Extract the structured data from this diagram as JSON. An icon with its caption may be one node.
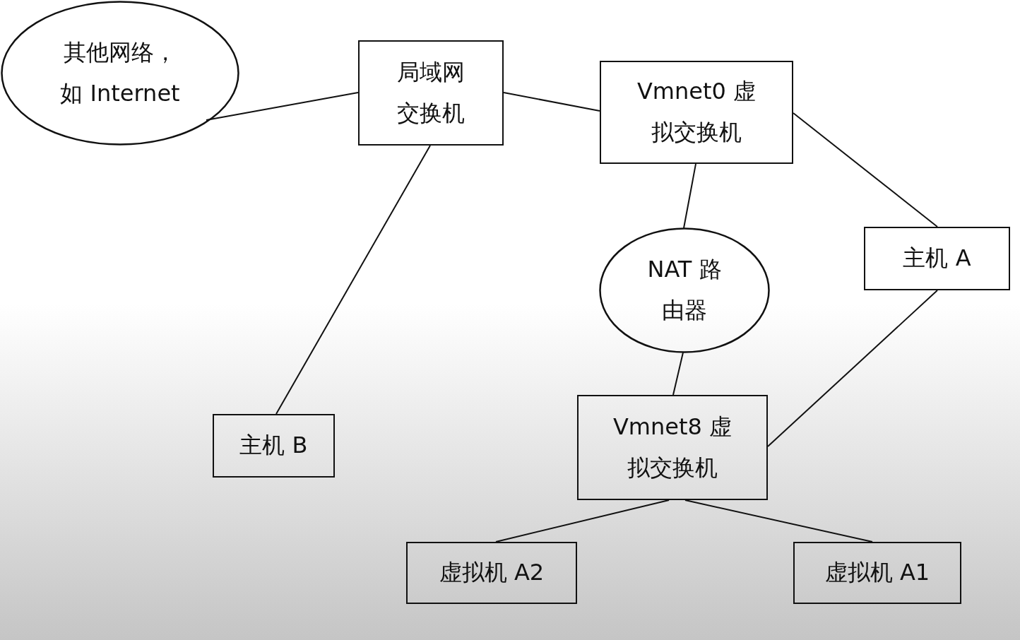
{
  "diagram": {
    "nodes": [
      {
        "text": [
          "其他网络，如 Internet"
        ]
      },
      {
        "text": [
          "局域网交换机"
        ]
      },
      {
        "text": [
          "Vmnet0 虚拟交换机"
        ]
      },
      {
        "text": [
          "NAT 路由器"
        ]
      },
      {
        "text": [
          "主机 A"
        ]
      },
      {
        "text": [
          "主机 B"
        ]
      },
      {
        "text": [
          "Vmnet8 虚拟交换机"
        ]
      },
      {
        "text": [
          "虚拟机 A2"
        ]
      },
      {
        "text": [
          "虚拟机 A1"
        ]
      }
    ],
    "edges": [
      {
        "from": 0,
        "to": 1,
        "arrow": "none"
      },
      {
        "from": 1,
        "to": 2,
        "arrow": "none"
      },
      {
        "from": 1,
        "to": 5,
        "arrow": "none"
      },
      {
        "from": 2,
        "to": 3,
        "arrow": "none"
      },
      {
        "from": 2,
        "to": 4,
        "arrow": "none"
      },
      {
        "from": 3,
        "to": 6,
        "arrow": "none"
      },
      {
        "from": 4,
        "to": 6,
        "arrow": "none"
      },
      {
        "from": 6,
        "to": 7,
        "arrow": "none"
      },
      {
        "from": 6,
        "to": 8,
        "arrow": "none"
      }
    ]
  }
}
